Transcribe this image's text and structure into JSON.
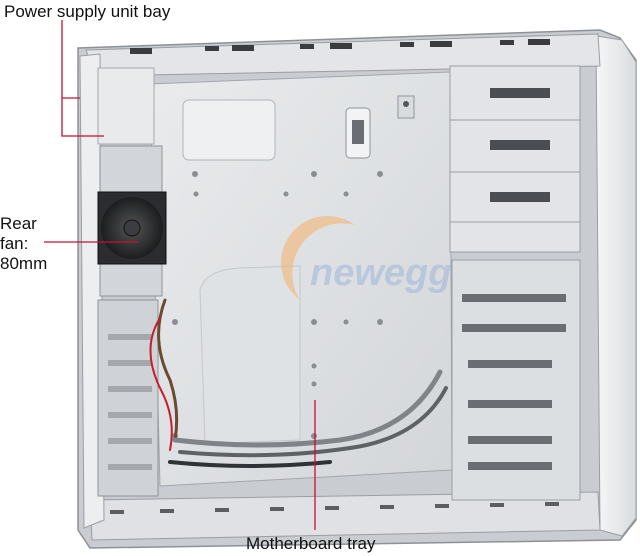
{
  "labels": {
    "power_supply": "Power supply unit bay",
    "rear_fan_1": "Rear",
    "rear_fan_2": "fan:",
    "rear_fan_3": "80mm",
    "motherboard": "Motherboard tray"
  },
  "watermark": "newegg",
  "colors": {
    "callout_line": "#c8102e",
    "case_panel": "#e4e6e8",
    "case_shadow": "#b9bcc0",
    "fan": "#2a2c30"
  }
}
